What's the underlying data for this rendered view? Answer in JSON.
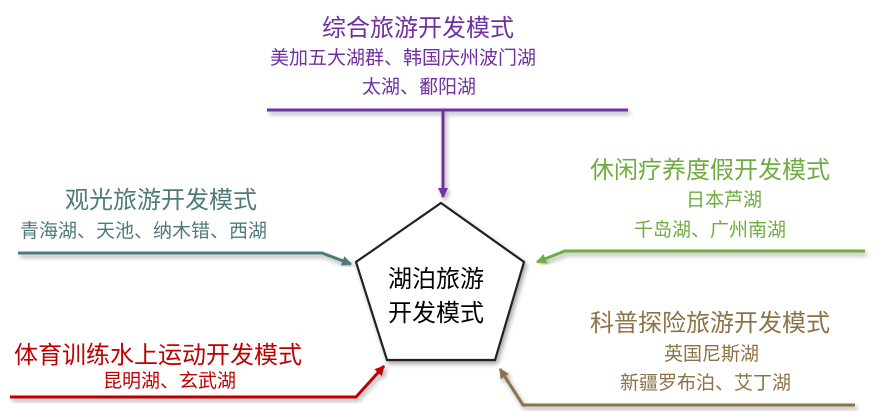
{
  "center": {
    "line1": "湖泊旅游",
    "line2": "开发模式"
  },
  "colors": {
    "purple": "#7030a0",
    "teal": "#4f7a7d",
    "green": "#6fac3f",
    "red": "#c00000",
    "brown": "#8b7346"
  },
  "modes": {
    "comprehensive": {
      "title": "综合旅游开发模式",
      "line1": "美加五大湖群、韩国庆州波门湖",
      "line2": "太湖、鄱阳湖"
    },
    "sightseeing": {
      "title": "观光旅游开发模式",
      "line1": "青海湖、天池、纳木错、西湖"
    },
    "leisure": {
      "title": "休闲疗养度假开发模式",
      "line1": "日本芦湖",
      "line2": "千岛湖、广州南湖"
    },
    "sports": {
      "title": "体育训练水上运动开发模式",
      "line1": "昆明湖、玄武湖"
    },
    "science": {
      "title": "科普探险旅游开发模式",
      "line1": "英国尼斯湖",
      "line2": "新疆罗布泊、艾丁湖"
    }
  }
}
